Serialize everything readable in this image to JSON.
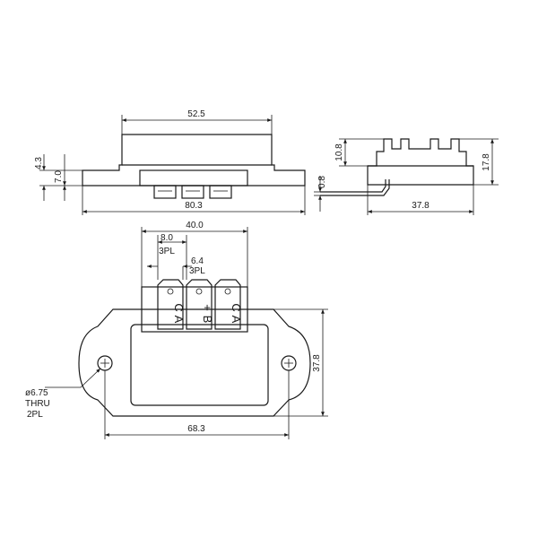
{
  "dimensions": {
    "top_width": "52.5",
    "height_4_3": "4.3",
    "height_7_0": "7.0",
    "overall_length": "80.3",
    "lead_thickness": "0.8",
    "side_height_10_8": "10.8",
    "side_height_17_8": "17.8",
    "side_width": "37.8",
    "terminal_span": "40.0",
    "pitch_8_0": "8.0",
    "pitch_8_0_qty": "3PL",
    "tab_width_6_4": "6.4",
    "tab_width_qty": "3PL",
    "body_height": "37.8",
    "hole_spacing": "68.3",
    "hole_dia": "ø6.75",
    "hole_thru": "THRU",
    "hole_qty": "2PL"
  },
  "terminals": [
    {
      "letter": "A",
      "symbol": "C"
    },
    {
      "letter": "B",
      "symbol": "+"
    },
    {
      "letter": "A",
      "symbol": "C"
    }
  ]
}
